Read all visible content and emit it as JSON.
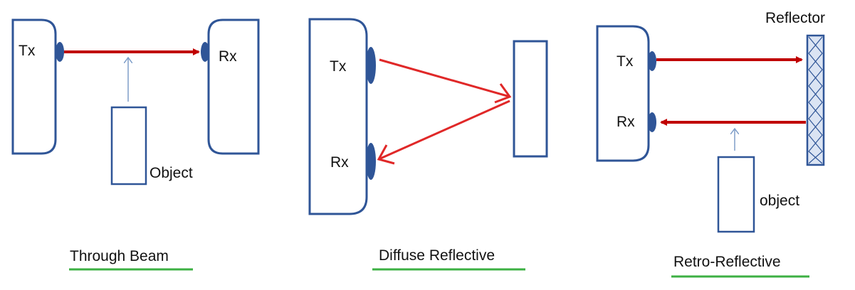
{
  "colors": {
    "outline": "#2f5597",
    "emitter": "#2f5597",
    "beam": "#c00000",
    "diffuse_beam": "#e02828",
    "underline": "#3cb043",
    "hint_arrow": "#7f9ec9",
    "reflector_fill": "#dbe4f3"
  },
  "through_beam": {
    "tx_label": "Tx",
    "rx_label": "Rx",
    "object_label": "Object",
    "caption": "Through Beam"
  },
  "diffuse": {
    "tx_label": "Tx",
    "rx_label": "Rx",
    "caption": "Diffuse Reflective"
  },
  "retro": {
    "tx_label": "Tx",
    "rx_label": "Rx",
    "reflector_label": "Reflector",
    "object_label": "object",
    "caption": "Retro-Reflective"
  }
}
